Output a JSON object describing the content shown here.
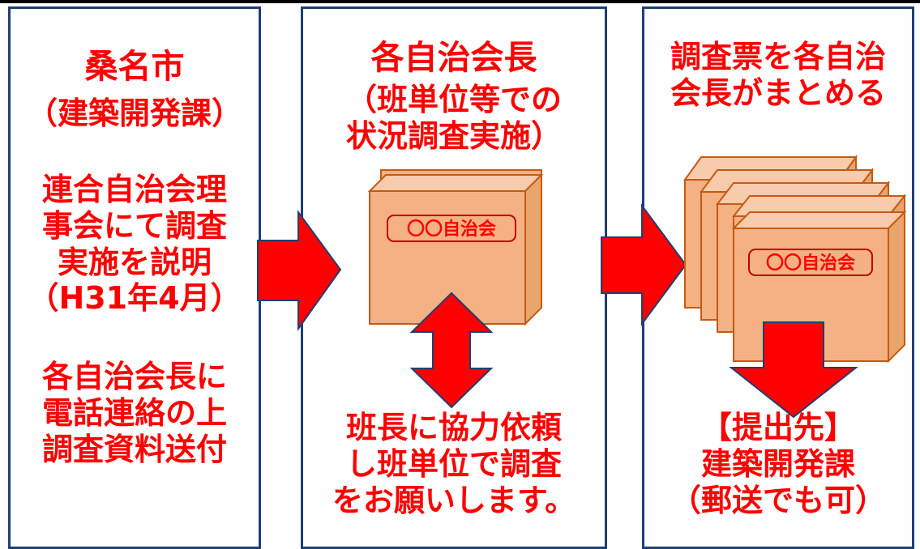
{
  "panel1": {
    "title": "桑名市",
    "subtitle": "（建築開発課）",
    "block1": [
      "連合自治会理",
      "事会にて調査",
      "実施を説明",
      "（H31年4月）"
    ],
    "block2": [
      "各自治会長に",
      "電話連絡の上",
      "調査資料送付"
    ]
  },
  "panel2": {
    "title": "各自治会長",
    "subtitle": [
      "（班単位等での",
      "状況調査実施）"
    ],
    "box_label": "〇〇自治会",
    "bottom": [
      "班長に協力依頼",
      "し班単位で調査",
      "をお願いします。"
    ]
  },
  "panel3": {
    "title": [
      "調査票を各自治",
      "会長がまとめる"
    ],
    "box_label": "〇〇自治会",
    "bottom": [
      "【提出先】",
      "建築開発課",
      "（郵送でも可）"
    ]
  },
  "colors": {
    "text": "#ff0000",
    "border": "#1f3f73",
    "arrow": "#ff0000",
    "box": "#f4b183"
  }
}
